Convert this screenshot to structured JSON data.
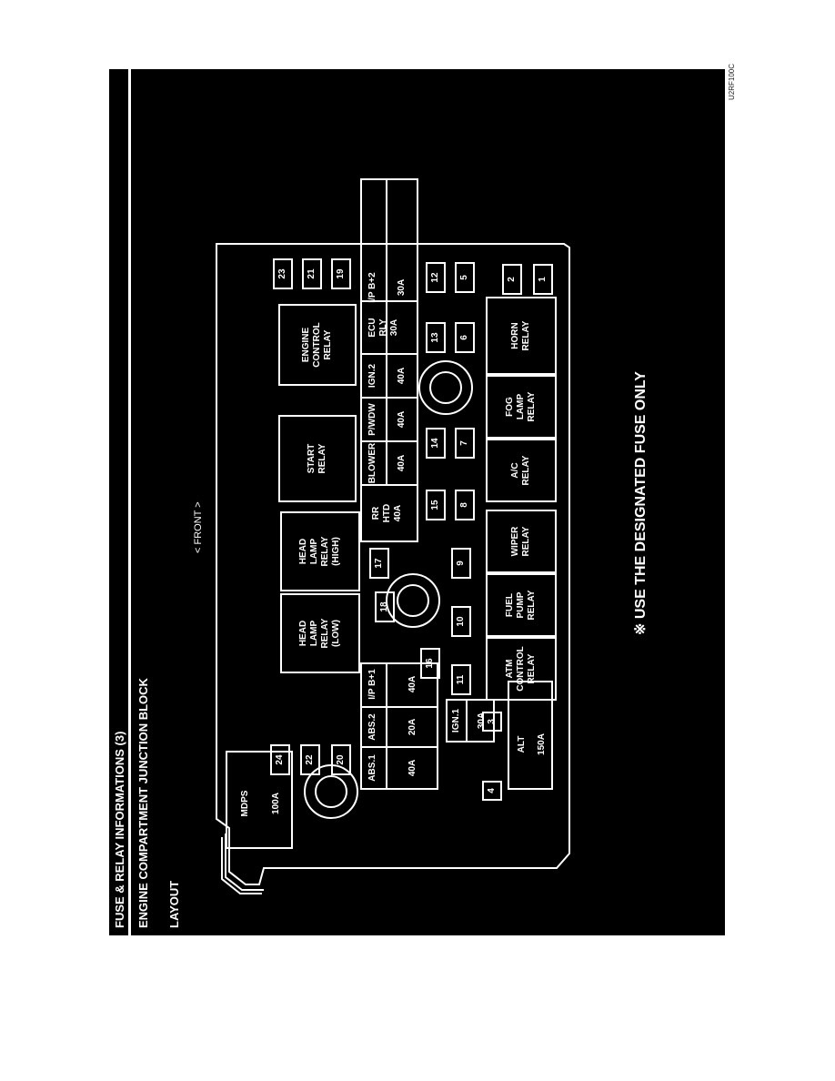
{
  "header": {
    "title": "FUSE & RELAY INFORMATIONS (3)",
    "subtitle": "ENGINE COMPARTMENT JUNCTION BLOCK",
    "section": "LAYOUT"
  },
  "diagram_code": "U2RF100C",
  "front_label": "< FRONT >",
  "note": "※ USE THE DESIGNATED FUSE ONLY",
  "colors": {
    "background": "#000000",
    "lines": "#ffffff",
    "page": "#ffffff"
  },
  "fuses": {
    "f1": "1",
    "f2": "2",
    "f3": "3",
    "f4": "4",
    "f5": "5",
    "f6": "6",
    "f7": "7",
    "f8": "8",
    "f9": "9",
    "f10": "10",
    "f11": "11",
    "f12": "12",
    "f13": "13",
    "f14": "14",
    "f15": "15",
    "f16": "16",
    "f17": "17",
    "f18": "18",
    "f19": "19",
    "f20": "20",
    "f21": "21",
    "f22": "22",
    "f23": "23",
    "f24": "24"
  },
  "relays": {
    "mdps": "MDPS",
    "head_lamp_low": [
      "HEAD",
      "LAMP",
      "RELAY",
      "(LOW)"
    ],
    "head_lamp_high": [
      "HEAD",
      "LAMP",
      "RELAY",
      "(HIGH)"
    ],
    "start": [
      "START",
      "RELAY"
    ],
    "engine_control": [
      "ENGINE",
      "CONTROL",
      "RELAY"
    ],
    "atm_control": [
      "ATM",
      "CONTROL",
      "RELAY"
    ],
    "fuel_pump": [
      "FUEL",
      "PUMP",
      "RELAY"
    ],
    "wiper": [
      "WIPER",
      "RELAY"
    ],
    "ac": [
      "A/C",
      "RELAY"
    ],
    "fog_lamp": [
      "FOG",
      "LAMP",
      "RELAY"
    ],
    "horn": [
      "HORN",
      "RELAY"
    ],
    "alt": "ALT"
  },
  "fusible_links": {
    "mdps_rating": "100A",
    "alt_rating": "150A",
    "abs1": "ABS.1",
    "abs1_rating": "40A",
    "abs2": "ABS.2",
    "abs2_rating": "20A",
    "ipb1": "I/P B+1",
    "ipb1_rating": "40A",
    "ign1": "IGN.1",
    "ign1_rating": "30A",
    "rr_htd": [
      "RR",
      "HTD",
      "40A"
    ],
    "blower": "BLOWER",
    "blower_rating": "40A",
    "pwdw": "P/WDW",
    "pwdw_rating": "40A",
    "ign2": "IGN.2",
    "ign2_rating": "40A",
    "ecu_rly": [
      "ECU",
      "RLY",
      "30A"
    ],
    "ipb2": "I/P B+2",
    "ipb2_rating": "30A"
  }
}
